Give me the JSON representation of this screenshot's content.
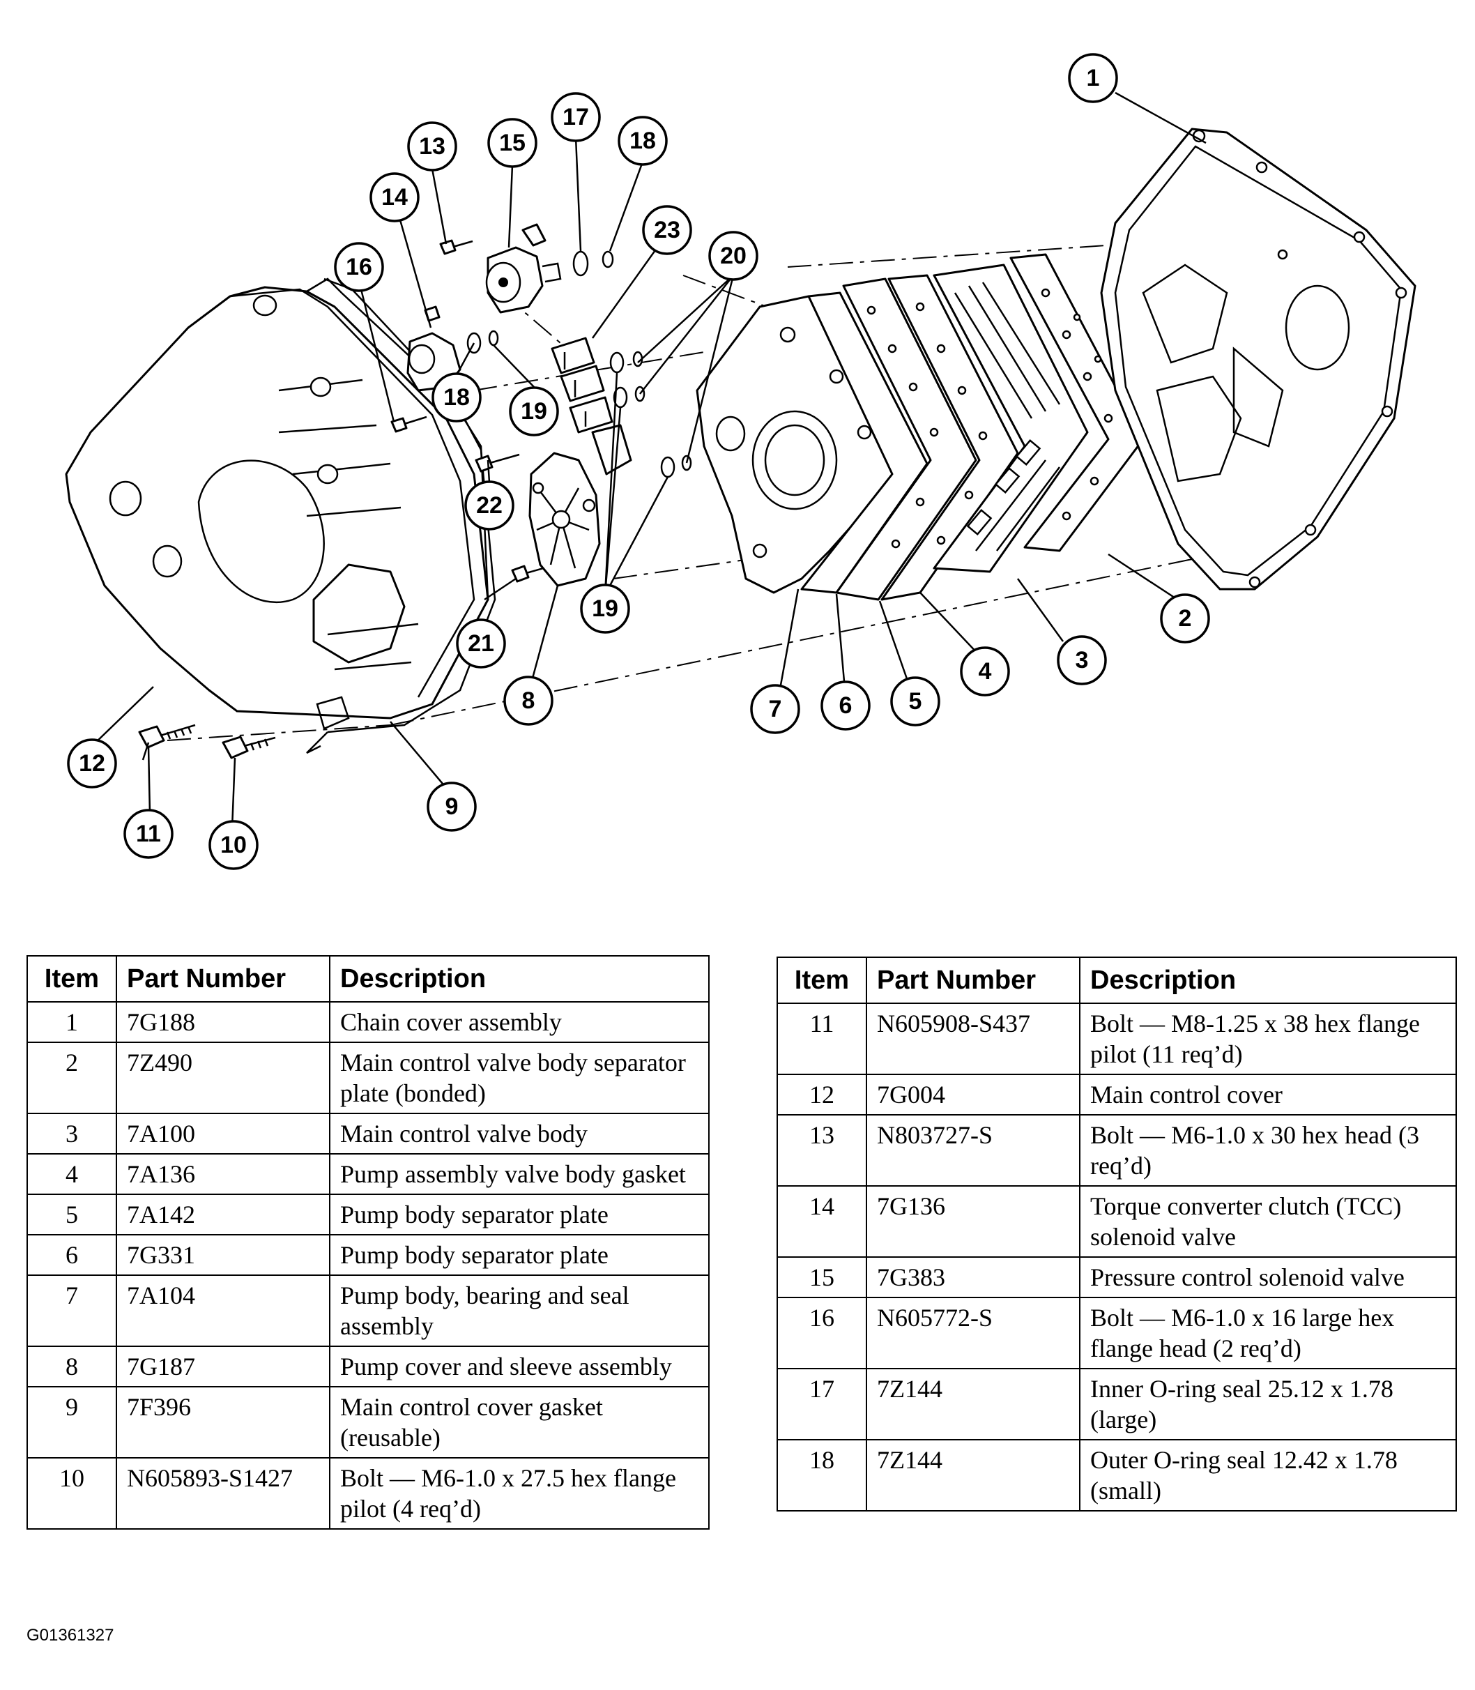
{
  "callouts": [
    {
      "id": "c1",
      "label": "1"
    },
    {
      "id": "c2",
      "label": "2"
    },
    {
      "id": "c3",
      "label": "3"
    },
    {
      "id": "c4",
      "label": "4"
    },
    {
      "id": "c5",
      "label": "5"
    },
    {
      "id": "c6",
      "label": "6"
    },
    {
      "id": "c7",
      "label": "7"
    },
    {
      "id": "c8",
      "label": "8"
    },
    {
      "id": "c9",
      "label": "9"
    },
    {
      "id": "c10",
      "label": "10"
    },
    {
      "id": "c11",
      "label": "11"
    },
    {
      "id": "c12",
      "label": "12"
    },
    {
      "id": "c13",
      "label": "13"
    },
    {
      "id": "c14",
      "label": "14"
    },
    {
      "id": "c15",
      "label": "15"
    },
    {
      "id": "c16",
      "label": "16"
    },
    {
      "id": "c17",
      "label": "17"
    },
    {
      "id": "c18a",
      "label": "18"
    },
    {
      "id": "c18b",
      "label": "18"
    },
    {
      "id": "c19a",
      "label": "19"
    },
    {
      "id": "c19b",
      "label": "19"
    },
    {
      "id": "c20",
      "label": "20"
    },
    {
      "id": "c21",
      "label": "21"
    },
    {
      "id": "c22",
      "label": "22"
    },
    {
      "id": "c23",
      "label": "23"
    }
  ],
  "table_headers": {
    "item": "Item",
    "part_number": "Part Number",
    "description": "Description"
  },
  "parts_left": [
    {
      "item": "1",
      "part_number": "7G188",
      "description": "Chain cover assembly"
    },
    {
      "item": "2",
      "part_number": "7Z490",
      "description": "Main control valve body separator plate (bonded)"
    },
    {
      "item": "3",
      "part_number": "7A100",
      "description": "Main control valve body"
    },
    {
      "item": "4",
      "part_number": "7A136",
      "description": "Pump assembly valve body gasket"
    },
    {
      "item": "5",
      "part_number": "7A142",
      "description": "Pump body separator plate"
    },
    {
      "item": "6",
      "part_number": "7G331",
      "description": "Pump body separator plate"
    },
    {
      "item": "7",
      "part_number": "7A104",
      "description": "Pump body, bearing and seal assembly"
    },
    {
      "item": "8",
      "part_number": "7G187",
      "description": "Pump cover and sleeve assembly"
    },
    {
      "item": "9",
      "part_number": "7F396",
      "description": "Main control cover gasket (reusable)"
    },
    {
      "item": "10",
      "part_number": "N605893-S1427",
      "description": "Bolt — M6-1.0 x 27.5 hex flange pilot (4 req’d)"
    }
  ],
  "parts_right": [
    {
      "item": "11",
      "part_number": "N605908-S437",
      "description": "Bolt — M8-1.25 x 38 hex flange pilot (11 req’d)"
    },
    {
      "item": "12",
      "part_number": "7G004",
      "description": "Main control cover"
    },
    {
      "item": "13",
      "part_number": "N803727-S",
      "description": "Bolt — M6-1.0 x 30 hex head (3 req’d)"
    },
    {
      "item": "14",
      "part_number": "7G136",
      "description": "Torque converter clutch (TCC) solenoid valve"
    },
    {
      "item": "15",
      "part_number": "7G383",
      "description": "Pressure control solenoid valve"
    },
    {
      "item": "16",
      "part_number": "N605772-S",
      "description": "Bolt — M6-1.0 x 16 large hex flange head (2 req’d)"
    },
    {
      "item": "17",
      "part_number": "7Z144",
      "description": "Inner O-ring seal 25.12 x 1.78 (large)"
    },
    {
      "item": "18",
      "part_number": "7Z144",
      "description": "Outer O-ring seal 12.42 x 1.78 (small)"
    }
  ],
  "figure_code": "G01361327"
}
